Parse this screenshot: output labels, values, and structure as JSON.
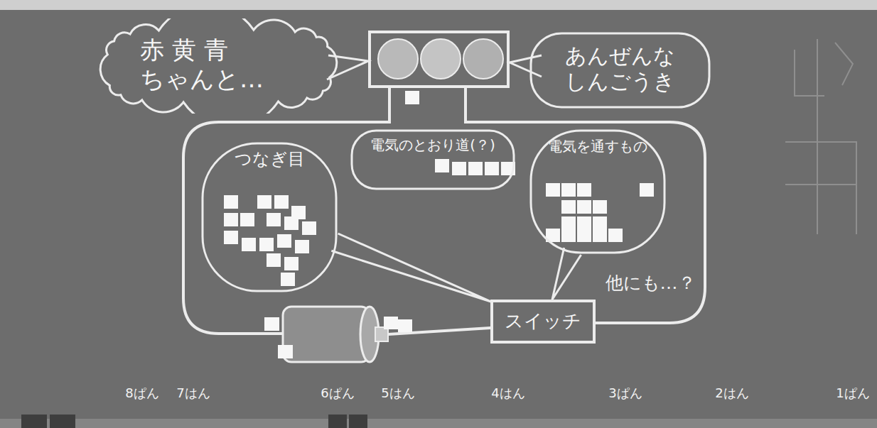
{
  "diagram": {
    "nodes": [
      {
        "text": [
          "赤 黄 青 ちゃんと…"
        ]
      },
      {
        "text": [
          "あんぜんな しんごうき"
        ]
      },
      {
        "text": [
          "つなぎ目"
        ]
      },
      {
        "text": [
          "電気のとおり道(？)"
        ]
      },
      {
        "text": [
          "電気を通すもの"
        ]
      },
      {
        "text": [
          "スイッチ"
        ]
      }
    ],
    "edges": [
      {
        "from": 2,
        "to": 5,
        "arrow": "none"
      },
      {
        "from": 4,
        "to": 5,
        "arrow": "none"
      }
    ],
    "labels": [
      "他にも…？",
      "8ぱん",
      "7はん",
      "6ぱん",
      "5はん",
      "4はん",
      "3ぱん",
      "2はん",
      "1ぱん"
    ]
  }
}
